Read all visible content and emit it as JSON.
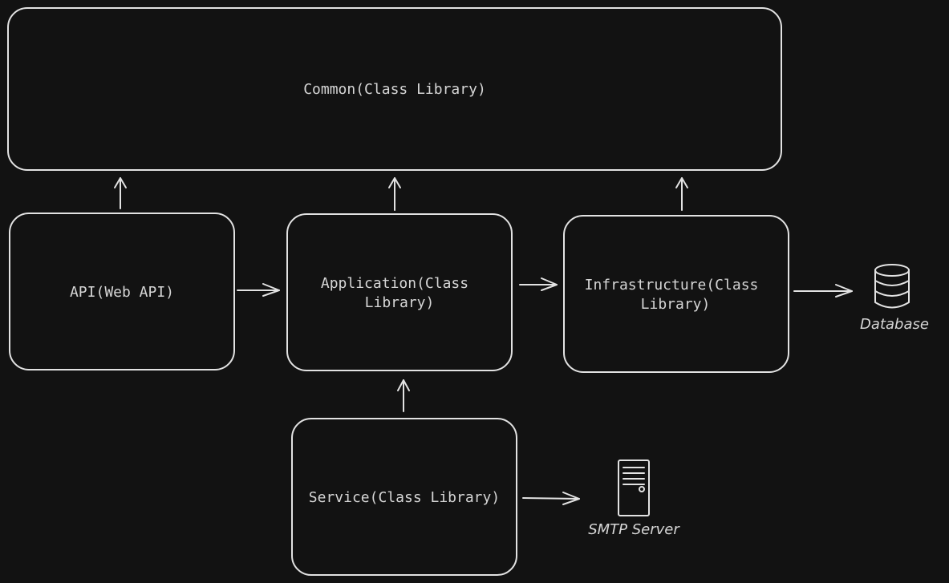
{
  "diagram": {
    "nodes": {
      "common": {
        "label": "Common(Class Library)"
      },
      "api": {
        "label": "API(Web API)"
      },
      "application": {
        "line1": "Application(Class",
        "line2": "Library)"
      },
      "infrastructure": {
        "line1": "Infrastructure(Class",
        "line2": "Library)"
      },
      "service": {
        "label": "Service(Class Library)"
      }
    },
    "externals": {
      "database": {
        "label": "Database",
        "icon": "database-icon"
      },
      "smtp": {
        "label": "SMTP Server",
        "icon": "server-icon"
      }
    },
    "edges": [
      {
        "from": "api",
        "to": "common"
      },
      {
        "from": "application",
        "to": "common"
      },
      {
        "from": "infrastructure",
        "to": "common"
      },
      {
        "from": "api",
        "to": "application"
      },
      {
        "from": "application",
        "to": "infrastructure"
      },
      {
        "from": "infrastructure",
        "to": "database"
      },
      {
        "from": "service",
        "to": "application"
      },
      {
        "from": "service",
        "to": "smtp"
      }
    ]
  }
}
